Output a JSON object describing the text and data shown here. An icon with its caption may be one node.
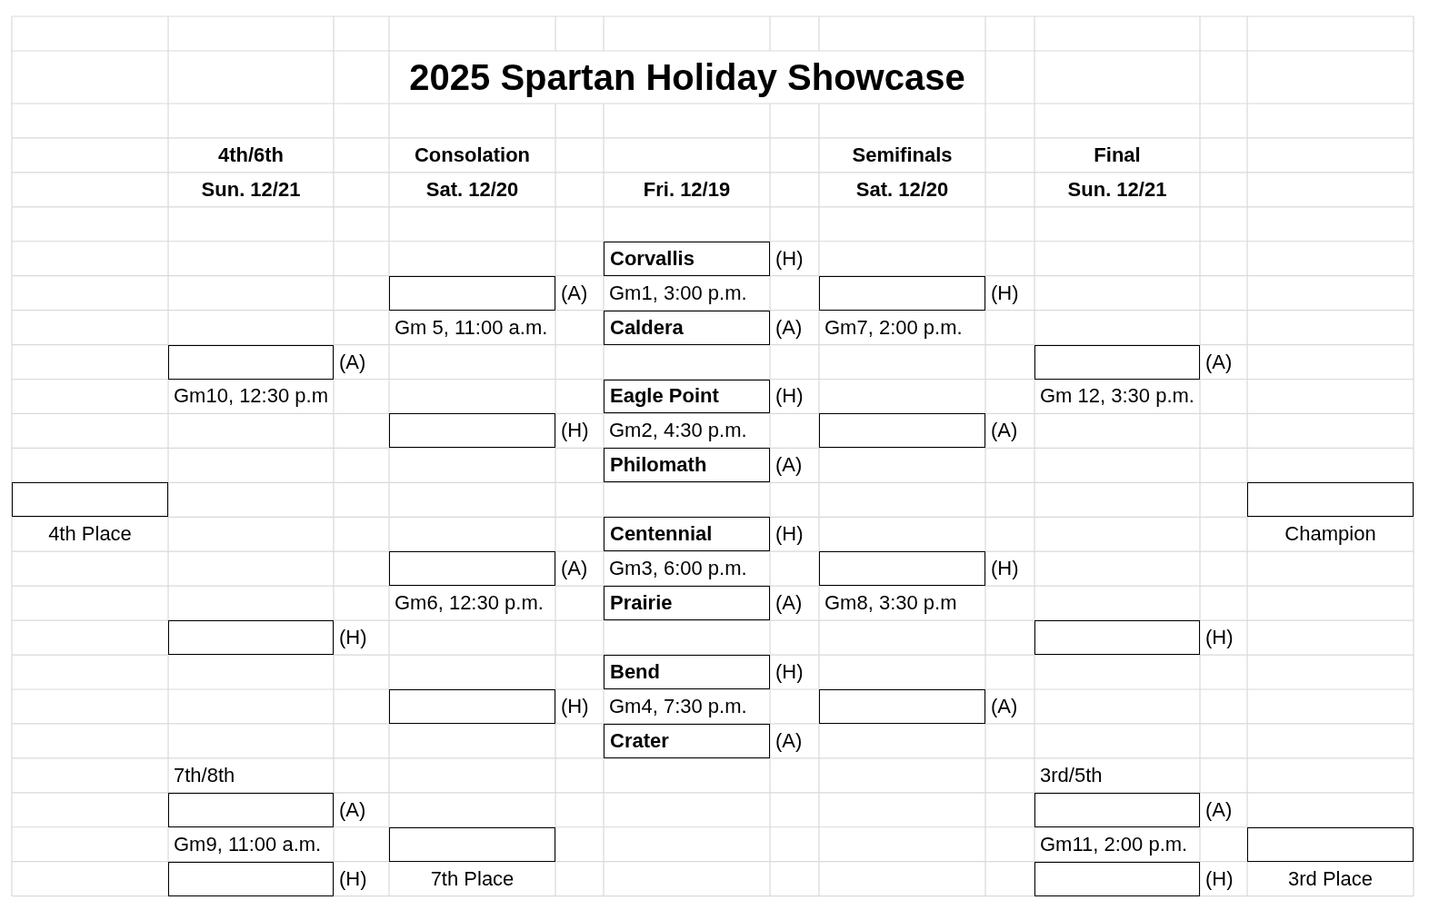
{
  "diagram": {
    "title": "2025 Spartan Holiday Showcase",
    "nodes": [
      {
        "text": [
          "Corvallis"
        ],
        "beside": [
          "(H)"
        ]
      },
      {
        "text": [],
        "shape": "box",
        "beside": [
          "(A)",
          "Gm 5, 11:00 a.m."
        ]
      },
      {
        "text": [],
        "shape": "box",
        "beside": [
          "(H)",
          "Gm7, 2:00 p.m."
        ]
      },
      {
        "text": [
          "Caldera"
        ],
        "beside": [
          "(A)"
        ]
      },
      {
        "text": [],
        "shape": "box",
        "beside": [
          "(A)",
          "Gm10, 12:30 p.m"
        ]
      },
      {
        "text": [],
        "shape": "box",
        "beside": [
          "(A)",
          "Gm 12, 3:30 p.m."
        ]
      },
      {
        "text": [
          "Eagle Point"
        ],
        "beside": [
          "(H)"
        ]
      },
      {
        "text": [],
        "shape": "box",
        "beside": [
          "(H)"
        ]
      },
      {
        "text": [],
        "shape": "box",
        "beside": [
          "(A)"
        ]
      },
      {
        "text": [
          "Philomath"
        ],
        "beside": [
          "(A)"
        ]
      },
      {
        "text": [],
        "shape": "box",
        "beside": [
          "4th Place"
        ]
      },
      {
        "text": [],
        "shape": "box",
        "beside": [
          "Champion"
        ]
      },
      {
        "text": [
          "Centennial"
        ],
        "beside": [
          "(H)"
        ]
      },
      {
        "text": [],
        "shape": "box",
        "beside": [
          "(A)",
          "Gm6, 12:30 p.m."
        ]
      },
      {
        "text": [],
        "shape": "box",
        "beside": [
          "(H)",
          "Gm8, 3:30 p.m"
        ]
      },
      {
        "text": [
          "Prairie"
        ],
        "beside": [
          "(A)"
        ]
      },
      {
        "text": [],
        "shape": "box",
        "beside": [
          "(H)"
        ]
      },
      {
        "text": [],
        "shape": "box",
        "beside": [
          "(H)"
        ]
      },
      {
        "text": [
          "Bend"
        ],
        "beside": [
          "(H)"
        ]
      },
      {
        "text": [],
        "shape": "box",
        "beside": [
          "(H)"
        ]
      },
      {
        "text": [],
        "shape": "box",
        "beside": [
          "(A)"
        ]
      },
      {
        "text": [
          "Crater"
        ],
        "beside": [
          "(A)"
        ]
      },
      {
        "text": [],
        "shape": "box",
        "beside": [
          "7th/8th",
          "(A)"
        ]
      },
      {
        "text": [],
        "shape": "box",
        "beside": [
          "3rd/5th",
          "(A)"
        ]
      },
      {
        "text": [],
        "shape": "box",
        "beside": [
          "7th Place"
        ]
      },
      {
        "text": [],
        "shape": "box",
        "beside": [
          "3rd Place"
        ]
      },
      {
        "text": [],
        "shape": "box",
        "beside": [
          "(H)"
        ]
      },
      {
        "text": [],
        "shape": "box",
        "beside": [
          "(H)"
        ]
      }
    ],
    "labels": [
      "4th/6th",
      "Consolation",
      "Semifinals",
      "Final",
      "Sun. 12/21",
      "Sat. 12/20",
      "Fri. 12/19",
      "Sat. 12/20",
      "Sun. 12/21",
      "Gm1, 3:00 p.m.",
      "Gm2, 4:30 p.m.",
      "Gm3, 6:00 p.m.",
      "Gm4, 7:30 p.m.",
      "Gm9, 11:00 a.m.",
      "Gm11, 2:00 p.m."
    ]
  }
}
